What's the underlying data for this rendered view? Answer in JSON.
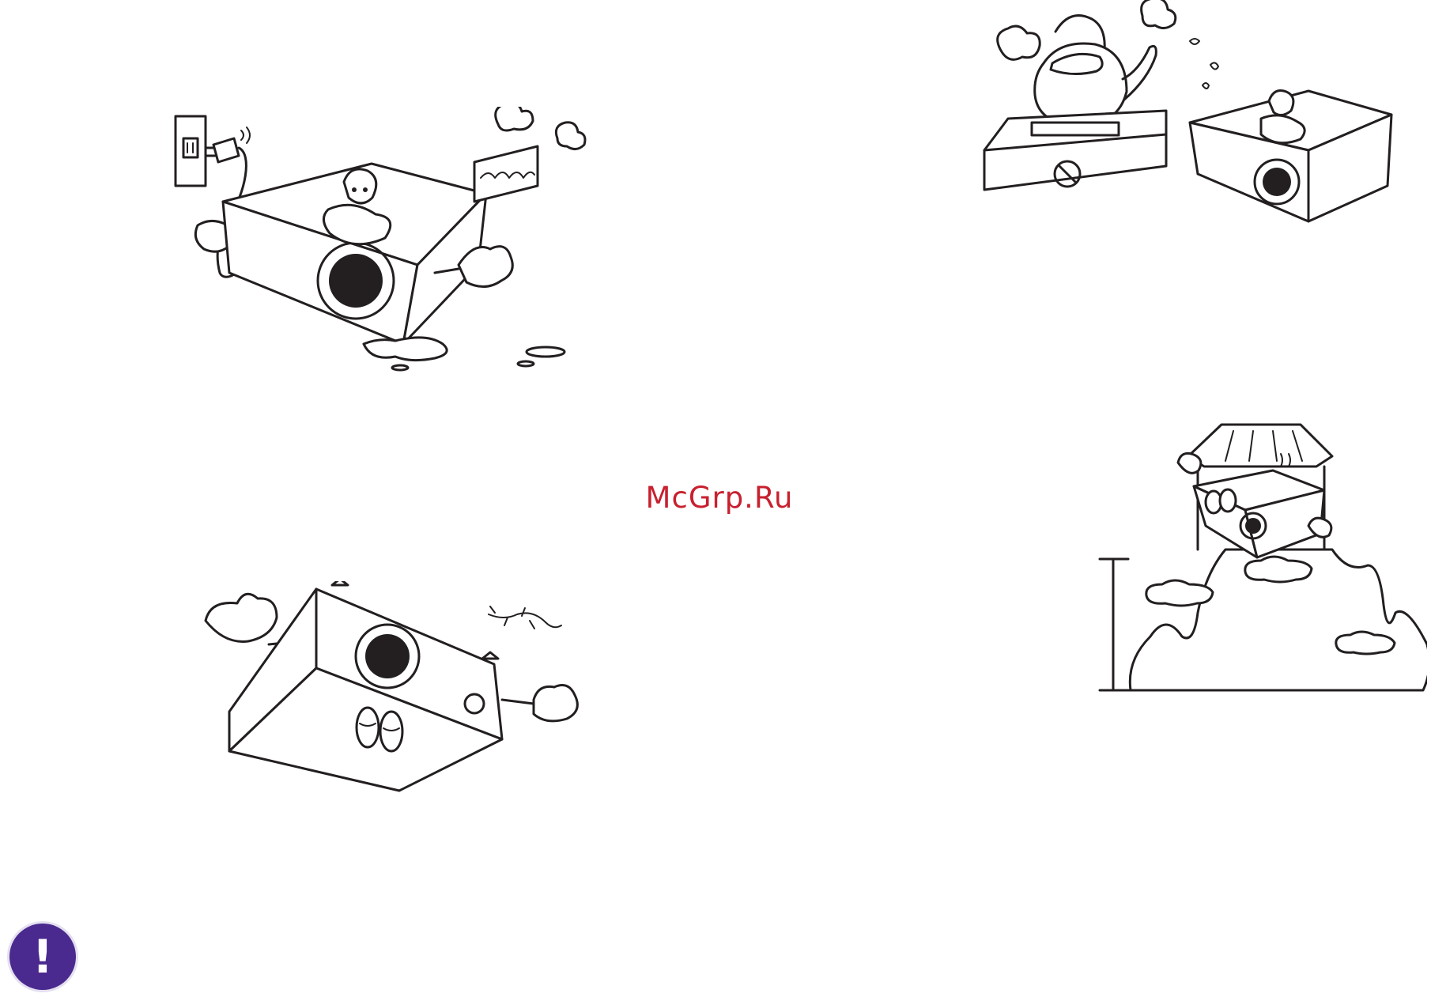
{
  "watermark": {
    "text": "McGrp.Ru",
    "color": "#c8202f"
  },
  "warning_icon": {
    "glyph": "!",
    "background": "#4b2a8f",
    "color": "#ffffff",
    "icon": "exclamation-icon"
  },
  "illustrations": [
    {
      "name": "projector-water-spill-illustration"
    },
    {
      "name": "projector-near-steam-illustration"
    },
    {
      "name": "projector-upside-down-illustration"
    },
    {
      "name": "projector-high-altitude-illustration"
    }
  ]
}
